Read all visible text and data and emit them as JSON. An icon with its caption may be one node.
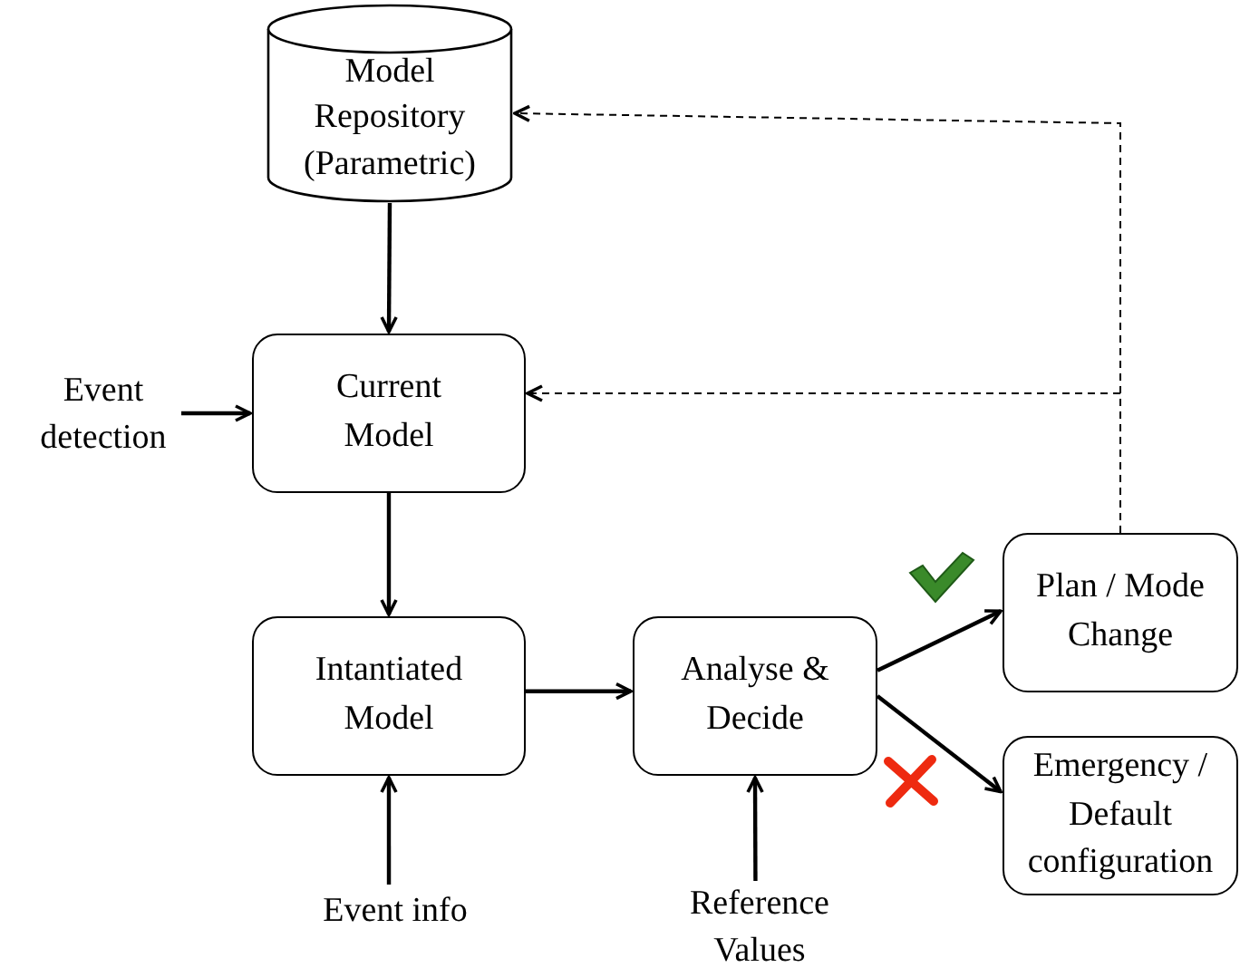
{
  "diagram": {
    "nodes": [
      {
        "text": [
          "Model Repository (Parametric)"
        ]
      },
      {
        "text": [
          "Event detection"
        ]
      },
      {
        "text": [
          "Current Model"
        ]
      },
      {
        "text": [
          "Intantiated Model"
        ]
      },
      {
        "text": [
          "Analyse & Decide"
        ]
      },
      {
        "text": [
          "Plan / Mode Change"
        ]
      },
      {
        "text": [
          "Emergency / Default configuration"
        ]
      },
      {
        "text": [
          "Event info"
        ]
      },
      {
        "text": [
          "Reference Values"
        ]
      }
    ],
    "edges": [
      {
        "from": 0,
        "to": 2,
        "arrow": "to"
      },
      {
        "from": 1,
        "to": 2,
        "arrow": "to"
      },
      {
        "from": 2,
        "to": 3,
        "arrow": "to"
      },
      {
        "from": 7,
        "to": 3,
        "arrow": "to"
      },
      {
        "from": 3,
        "to": 4,
        "arrow": "to"
      },
      {
        "from": 8,
        "to": 4,
        "arrow": "to"
      },
      {
        "from": 4,
        "to": 5,
        "arrow": "to"
      },
      {
        "from": 4,
        "to": 6,
        "arrow": "to"
      },
      {
        "from": 5,
        "to": 0,
        "arrow": "to",
        "style": "dashed"
      },
      {
        "from": 5,
        "to": 2,
        "arrow": "to",
        "style": "dashed"
      }
    ]
  }
}
